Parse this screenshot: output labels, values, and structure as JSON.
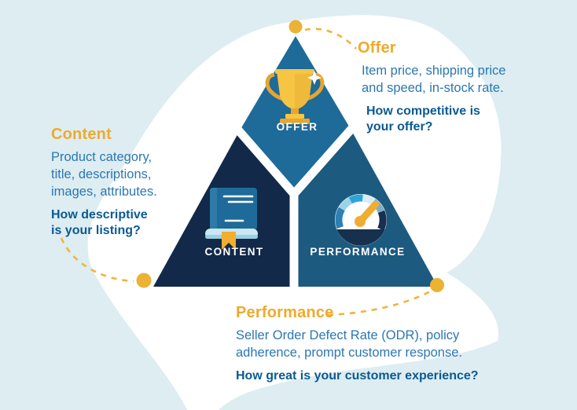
{
  "palette": {
    "background": "#DDEDF2",
    "blob": "#FFFFFF",
    "accent_gold": "#EFAA2C",
    "dash_gold": "#F2B33C",
    "offer_piece_blue": "#1E6B99",
    "content_piece_navy": "#12294A",
    "performance_piece_blue": "#1D5A80",
    "body_text_blue": "#2B77B3",
    "question_text_navy": "#0A5A92",
    "triangle_label_white": "#FFFFFF"
  },
  "triangle": {
    "offer": {
      "label": "OFFER",
      "icon": "trophy-icon"
    },
    "content": {
      "label": "CONTENT",
      "icon": "book-icon"
    },
    "performance": {
      "label": "PERFORMANCE",
      "icon": "gauge-icon"
    }
  },
  "annotations": {
    "offer": {
      "heading": "Offer",
      "body": [
        "Item price, shipping price",
        "and speed, in-stock rate."
      ],
      "question": [
        "How competitive is",
        "your offer?"
      ]
    },
    "content": {
      "heading": "Content",
      "body": [
        "Product category,",
        "title, descriptions,",
        "images, attributes."
      ],
      "question": [
        "How descriptive",
        "is your listing?"
      ]
    },
    "performance": {
      "heading": "Performance",
      "body": [
        "Seller Order Defect Rate (ODR), policy",
        "adherence, prompt customer response."
      ],
      "question": [
        "How great is your customer experience?"
      ]
    }
  }
}
